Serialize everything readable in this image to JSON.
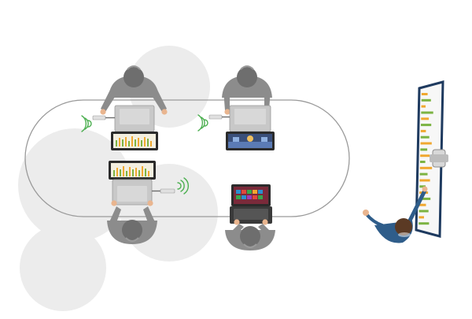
{
  "scene": {
    "colors": {
      "background": "#ffffff",
      "circle_fill": "#ececec",
      "table_outline": "#9a9a9a",
      "person_gray": "#8c8c8c",
      "person_dark": "#6e6e6e",
      "hand": "#e9b58f",
      "laptop_silver": "#c8c8c8",
      "laptop_screen_dark": "#2b2b2b",
      "wifi_green": "#4caf50",
      "board_frame": "#1e3a5f",
      "bar_orange": "#f0a830",
      "bar_green": "#7cb342",
      "presenter_shirt": "#2f5d8a",
      "presenter_hair": "#5b3a24"
    },
    "icons": {
      "wifi": "wifi-icon",
      "dongle": "wireless-dongle-icon",
      "windows_tiles": "windows-tiles-icon",
      "chart_screen": "bar-chart-screen-icon",
      "video_screen": "video-screen-icon",
      "camera": "camera-icon"
    },
    "participants": [
      {
        "id": "top-left",
        "device": "macbook",
        "screen": "bar-chart",
        "wireless": true
      },
      {
        "id": "top-right",
        "device": "macbook",
        "screen": "video",
        "wireless": true
      },
      {
        "id": "bottom-left",
        "device": "macbook",
        "screen": "bar-chart",
        "wireless": true
      },
      {
        "id": "bottom-right",
        "device": "windows-laptop",
        "screen": "windows-tiles",
        "wireless": false
      }
    ],
    "display_bar_colors": [
      "#f0a830",
      "#7cb342"
    ],
    "display_bar_values": [
      0.35,
      0.55,
      0.25,
      0.7,
      0.45,
      0.6,
      0.3,
      0.5,
      0.65,
      0.4,
      0.55,
      0.3,
      0.7,
      0.45,
      0.6,
      0.35,
      0.5,
      0.65,
      0.4,
      0.55,
      0.3,
      0.6
    ]
  }
}
